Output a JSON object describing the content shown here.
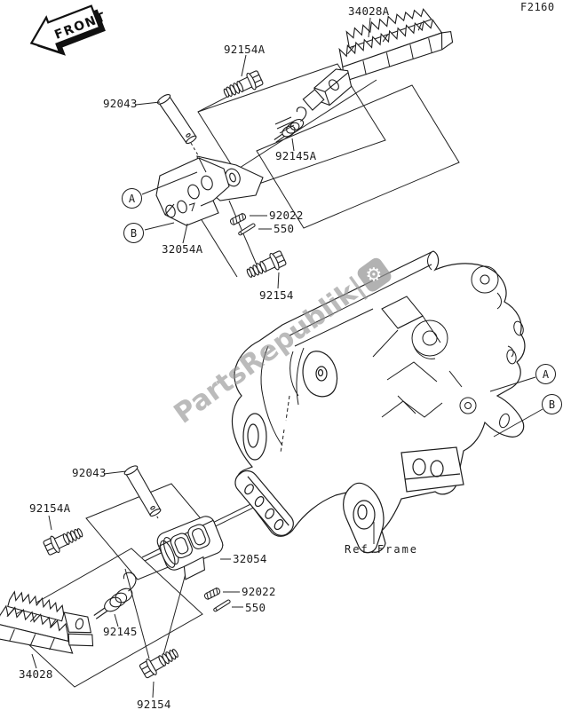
{
  "page": {
    "code": "F2160",
    "direction_indicator": "FRONT",
    "reference_note": "Ref.Frame",
    "watermark_text": "PartsRepublik|",
    "watermark_icon": "⚙"
  },
  "view_markers": {
    "a": "A",
    "b": "B"
  },
  "labels": {
    "footpeg_top": "34028A",
    "bolt_top_a": "92154A",
    "pin_top": "92043",
    "spring_top": "92145A",
    "spring_pin_top": "92022",
    "cotter_pin_top": "550",
    "bracket_top": "32054A",
    "bolt_top": "92154",
    "pin_bottom": "92043",
    "bolt_bottom_a": "92154A",
    "bracket_bottom": "32054",
    "spring_pin_bottom": "92022",
    "cotter_pin_bottom": "550",
    "spring_bottom": "92145",
    "footpeg_bottom": "34028",
    "bolt_bottom": "92154"
  }
}
